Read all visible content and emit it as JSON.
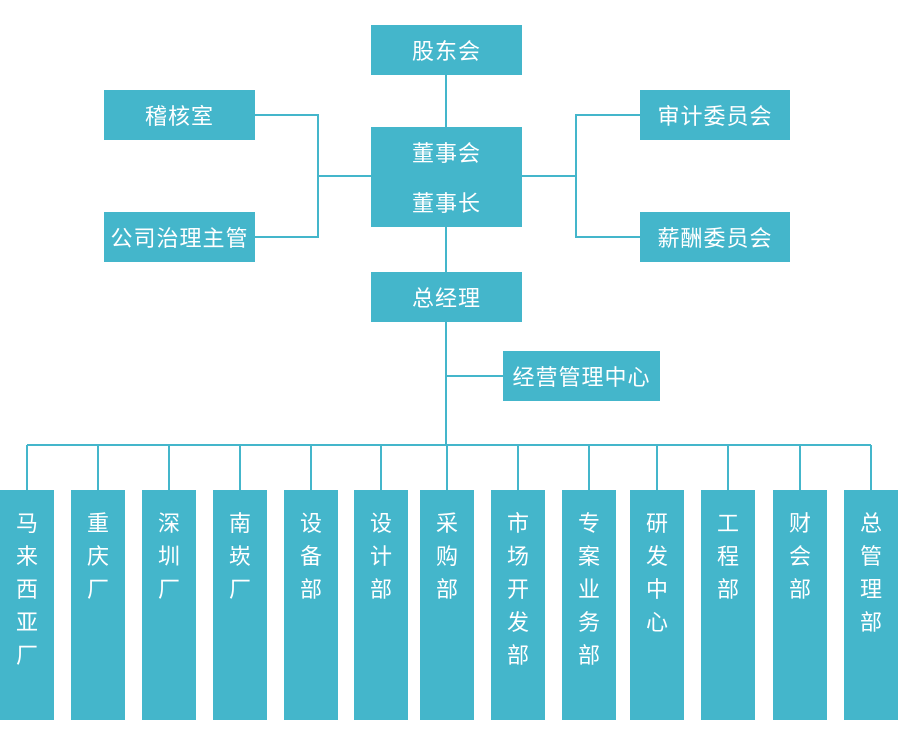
{
  "nodes": {
    "shareholders": "股东会",
    "audit_office": "稽核室",
    "corporate_governance": "公司治理主管",
    "board": "董事会",
    "chairman": "董事长",
    "audit_committee": "审计委员会",
    "remuneration_committee": "薪酬委员会",
    "general_manager": "总经理",
    "operations_center": "经营管理中心"
  },
  "departments": [
    "马来西亚厂",
    "重庆厂",
    "深圳厂",
    "南崁厂",
    "设备部",
    "设计部",
    "采购部",
    "市场开发部",
    "专案业务部",
    "研发中心",
    "工程部",
    "财会部",
    "总管理部"
  ],
  "colors": {
    "box": "#44b6cb",
    "line": "#44b6cb",
    "text": "#ffffff"
  }
}
